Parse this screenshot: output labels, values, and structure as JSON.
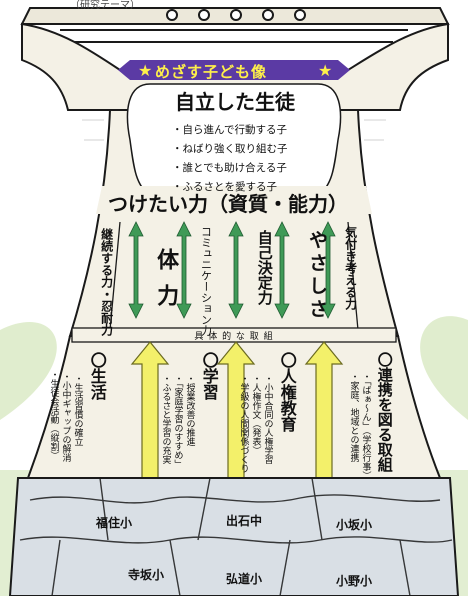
{
  "top_fragment": "（研究テーマ）",
  "banner": {
    "title": "めざす子ども像"
  },
  "goal": {
    "heading": "自立した生徒",
    "items": [
      "・自ら進んで行動する子",
      "・ねばり強く取り組む子",
      "・誰とでも助け合える子",
      "・ふるさとを愛する子"
    ]
  },
  "skills_heading": "つけたい力（資質・能力）",
  "abilities": [
    "継続する力・忍耐力",
    "体力",
    "コミュニケーション力",
    "自己決定力",
    "やさしさ",
    "気付き考える力"
  ],
  "band_label": "具 体 的 な 取 組",
  "initiatives": {
    "life": {
      "heading": "〇生活",
      "notes": [
        "・生活習慣の確立",
        "・小中ギャップの解消",
        "・生徒会活動（縦割）"
      ]
    },
    "study": {
      "heading": "〇学習",
      "notes": [
        "・授業改善の推進",
        "・「家庭学習のすすめ」",
        "・ふるさと学習の充実"
      ]
    },
    "rights": {
      "heading": "〇人権教育",
      "notes": [
        "・小中合同の人権学習",
        "・人権作文（発表）",
        "・学級の人間関係づくり"
      ]
    },
    "coop": {
      "heading": "〇連携を図る取組",
      "notes": [
        "・「ばぁ～ん」（学校行事）",
        "・家庭、地域との連携"
      ]
    }
  },
  "schools": [
    "福住小",
    "出石中",
    "小坂小",
    "寺坂小",
    "弘道小",
    "小野小"
  ],
  "colors": {
    "building_fill": "#f4f1e6",
    "banner_bg": "#5b3aa4",
    "banner_text": "#fff04a",
    "arrow_green": "#3f9a57",
    "arrow_yellow": "#f3f06a",
    "stone_fill": "#d9dfe5",
    "outline": "#1a1a1a",
    "grass": "#cfe3b4"
  }
}
